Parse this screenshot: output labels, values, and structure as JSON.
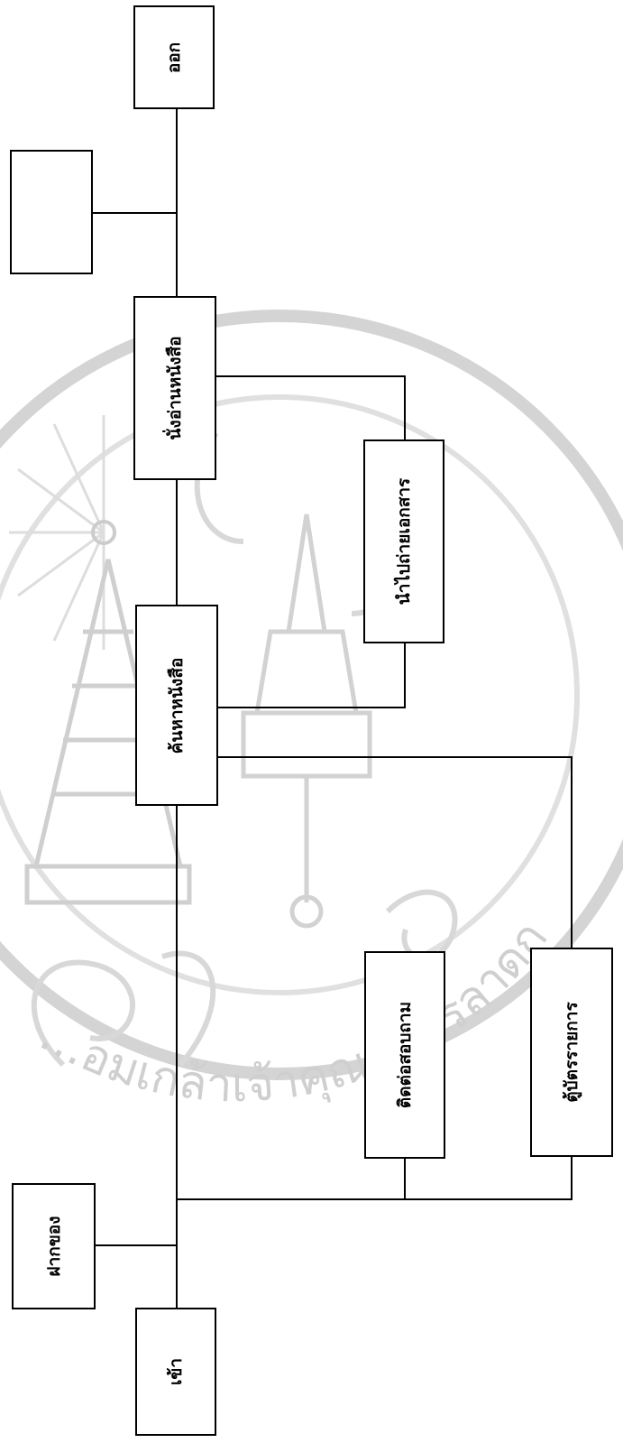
{
  "watermark": {
    "text": "…อมเกล้าเจ้าคุณทหารลาดกระบัง",
    "color": "#cfcfcf"
  },
  "diagram": {
    "nodes": {
      "exit": "ออก",
      "unlabeled": "",
      "reading": "นั่งอ่านหนังสือ",
      "photocopy": "นำไปถ่ายเอกสาร",
      "search": "ค้นหาหนังสือ",
      "inquiry": "ติดต่อสอบถาม",
      "catalog": "ตู้บัตรรายการ",
      "deposit": "ฝากของ",
      "entrance": "เข้า"
    }
  }
}
